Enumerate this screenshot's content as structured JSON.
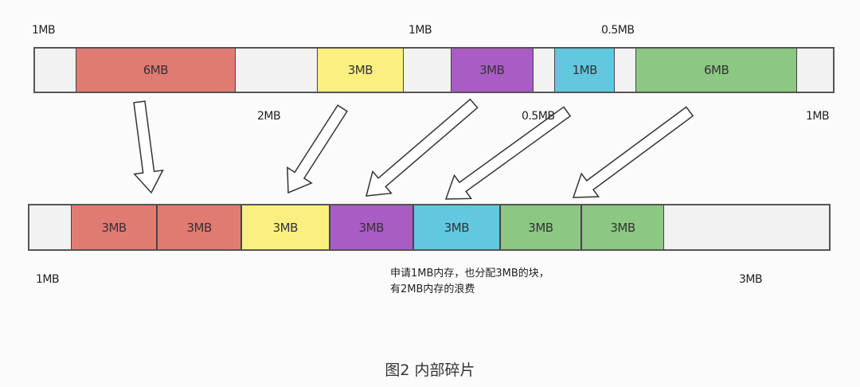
{
  "colors": {
    "red": "#e07b72",
    "yellow": "#fbf07f",
    "purple": "#a95cc4",
    "cyan": "#62c8df",
    "green": "#8cc783",
    "free": "#f2f2f2"
  },
  "top_bar": {
    "segments": [
      {
        "label": "",
        "color": "free"
      },
      {
        "label": "6MB",
        "color": "red"
      },
      {
        "label": "",
        "color": "free"
      },
      {
        "label": "3MB",
        "color": "yellow"
      },
      {
        "label": "",
        "color": "free"
      },
      {
        "label": "3MB",
        "color": "purple"
      },
      {
        "label": "",
        "color": "free"
      },
      {
        "label": "1MB",
        "color": "cyan"
      },
      {
        "label": "",
        "color": "free"
      },
      {
        "label": "6MB",
        "color": "green"
      },
      {
        "label": "",
        "color": "free"
      }
    ]
  },
  "top_labels": {
    "above": [
      "1MB",
      "1MB",
      "0.5MB"
    ],
    "below": [
      "2MB",
      "0.5MB",
      "1MB"
    ]
  },
  "bottom_bar": {
    "segments": [
      {
        "label": "",
        "color": "free"
      },
      {
        "label": "3MB",
        "color": "red"
      },
      {
        "label": "3MB",
        "color": "red"
      },
      {
        "label": "3MB",
        "color": "yellow"
      },
      {
        "label": "3MB",
        "color": "purple"
      },
      {
        "label": "3MB",
        "color": "cyan"
      },
      {
        "label": "3MB",
        "color": "green"
      },
      {
        "label": "3MB",
        "color": "green"
      },
      {
        "label": "",
        "color": "free"
      }
    ]
  },
  "bottom_labels": [
    "1MB",
    "3MB"
  ],
  "note": [
    "申请1MB内存，也分配3MB的块，",
    "有2MB内存的浪费"
  ],
  "caption": "图2 内部碎片"
}
